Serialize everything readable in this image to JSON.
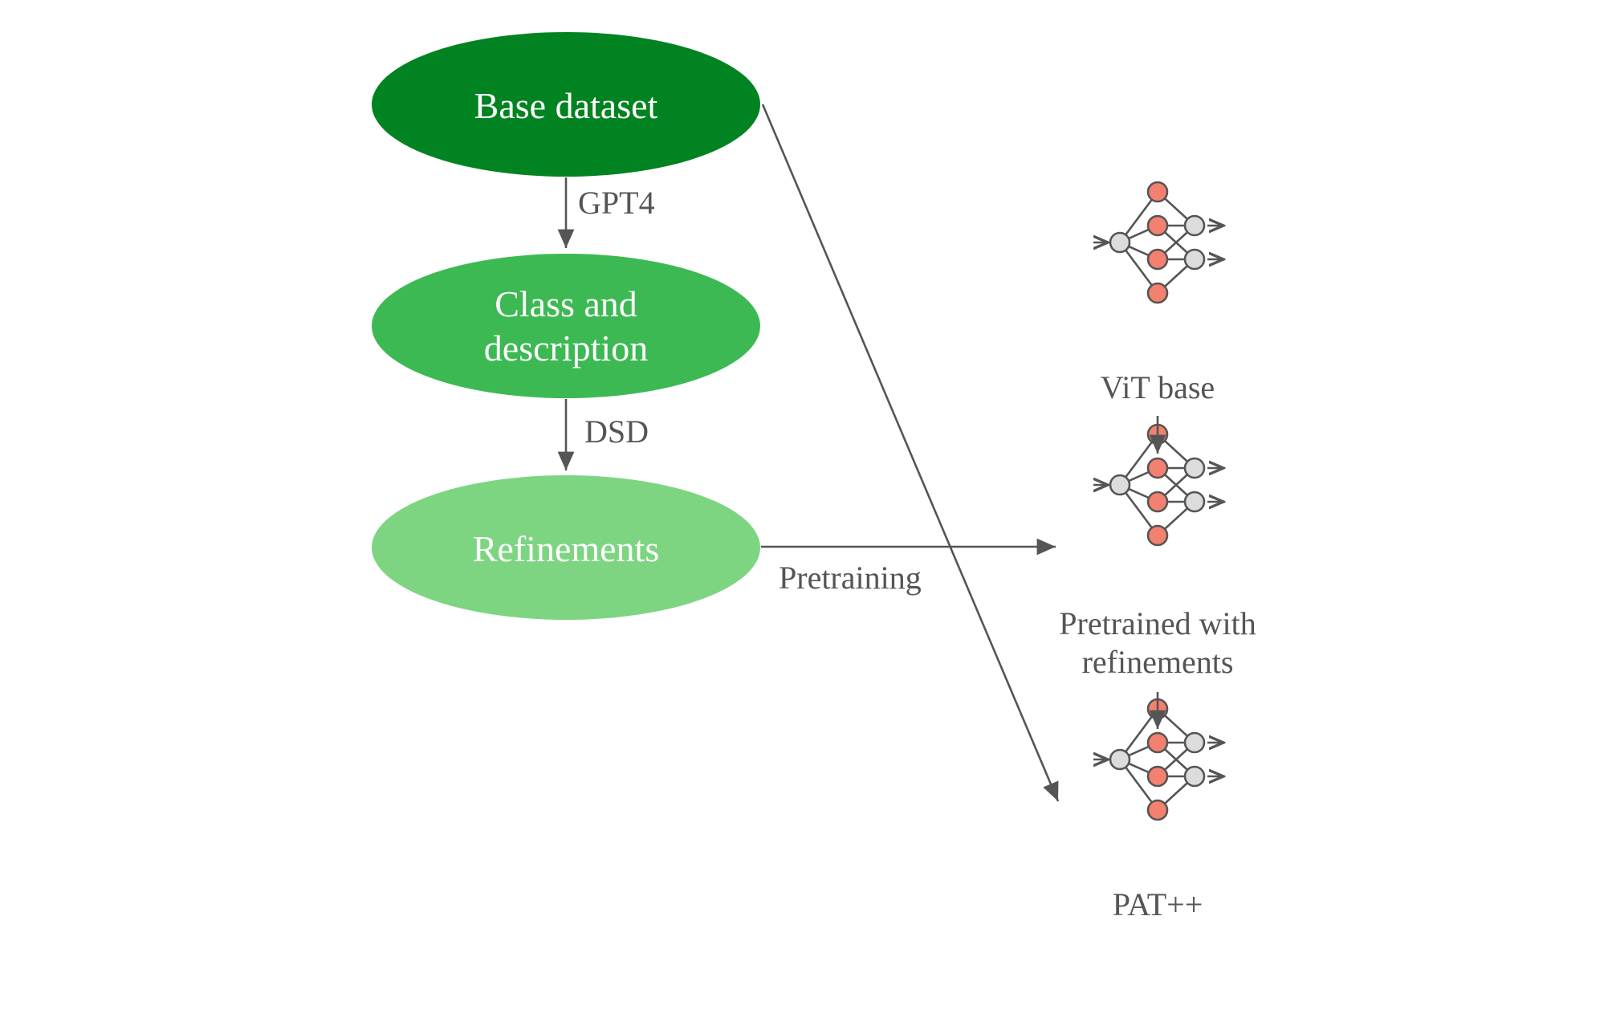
{
  "nodes": {
    "base_dataset": {
      "label": "Base dataset"
    },
    "class_description": {
      "line1": "Class and",
      "line2": "description"
    },
    "refinements": {
      "label": "Refinements"
    }
  },
  "edges": {
    "gpt4": "GPT4",
    "dsd": "DSD",
    "pretraining": "Pretraining"
  },
  "models": {
    "vit_base": {
      "label": "ViT base"
    },
    "pretrained_refinements": {
      "line1": "Pretrained with",
      "line2": "refinements"
    },
    "pat": {
      "label": "PAT++"
    }
  },
  "colors": {
    "base_dataset": "#028321",
    "class_description": "#3db954",
    "refinements": "#7dd582",
    "neuron_red": "#f4806f",
    "neuron_gray": "#dcdcdc",
    "line": "#555555"
  },
  "icons": [
    "neural-network-icon",
    "neural-network-icon",
    "neural-network-icon"
  ]
}
